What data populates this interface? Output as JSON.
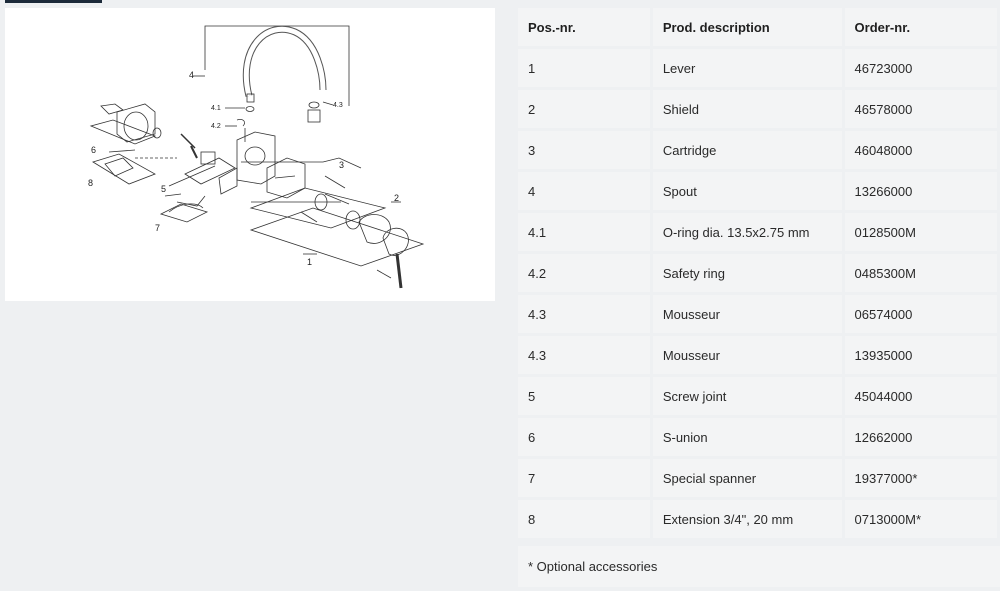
{
  "diagram": {
    "callouts": [
      "4",
      "4.1",
      "4.2",
      "4.3",
      "3",
      "2",
      "1",
      "5",
      "6",
      "7",
      "8"
    ]
  },
  "table": {
    "headers": {
      "pos": "Pos.-nr.",
      "desc": "Prod. description",
      "order": "Order-nr."
    },
    "rows": [
      {
        "pos": "1",
        "desc": "Lever",
        "order": "46723000"
      },
      {
        "pos": "2",
        "desc": "Shield",
        "order": "46578000"
      },
      {
        "pos": "3",
        "desc": "Cartridge",
        "order": "46048000"
      },
      {
        "pos": "4",
        "desc": "Spout",
        "order": "13266000"
      },
      {
        "pos": "4.1",
        "desc": "O-ring dia. 13.5x2.75 mm",
        "order": "0128500M"
      },
      {
        "pos": "4.2",
        "desc": "Safety ring",
        "order": "0485300M"
      },
      {
        "pos": "4.3",
        "desc": "Mousseur",
        "order": "06574000"
      },
      {
        "pos": "4.3",
        "desc": "Mousseur",
        "order": "13935000"
      },
      {
        "pos": "5",
        "desc": "Screw joint",
        "order": "45044000"
      },
      {
        "pos": "6",
        "desc": "S-union",
        "order": "12662000"
      },
      {
        "pos": "7",
        "desc": "Special spanner",
        "order": "19377000*"
      },
      {
        "pos": "8",
        "desc": "Extension 3/4\", 20 mm",
        "order": "0713000M*"
      }
    ],
    "footnote": "* Optional accessories"
  }
}
